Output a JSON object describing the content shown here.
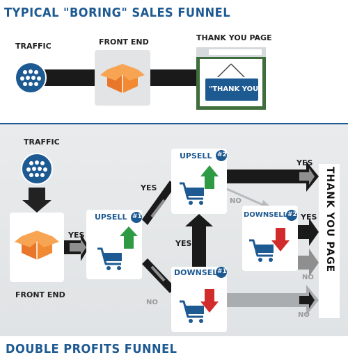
{
  "top": {
    "title": "TYPICAL \"BORING\" SALES FUNNEL",
    "traffic_label": "TRAFFIC",
    "front_end_label": "FRONT END",
    "thank_you_page_label": "THANK YOU PAGE",
    "sign_text": "\"THANK YOU\""
  },
  "bottom": {
    "title": "DOUBLE PROFITS FUNNEL",
    "traffic_label": "TRAFFIC",
    "front_end_label": "FRONT END",
    "upsell1_label": "UPSELL",
    "upsell2_label": "UPSELL",
    "downsell1_label": "DOWNSELL",
    "downsell2_label": "DOWNSELL",
    "badge1": "#1",
    "badge2": "#2",
    "yes": "YES",
    "no": "NO",
    "thank_you_page": "THANK YOU PAGE"
  },
  "colors": {
    "brand_blue": "#1e5a92",
    "box_orange": "#f28a33",
    "upsell_green": "#2e9a44",
    "downsell_red": "#d22b2b",
    "arrow_black": "#1a1a1a",
    "arrow_gray": "#8f8f8f"
  },
  "icons": [
    "people-group-icon",
    "open-box-icon",
    "browser-window-icon",
    "shopping-cart-icon",
    "dollar-up-arrow-icon",
    "dollar-down-arrow-icon"
  ]
}
